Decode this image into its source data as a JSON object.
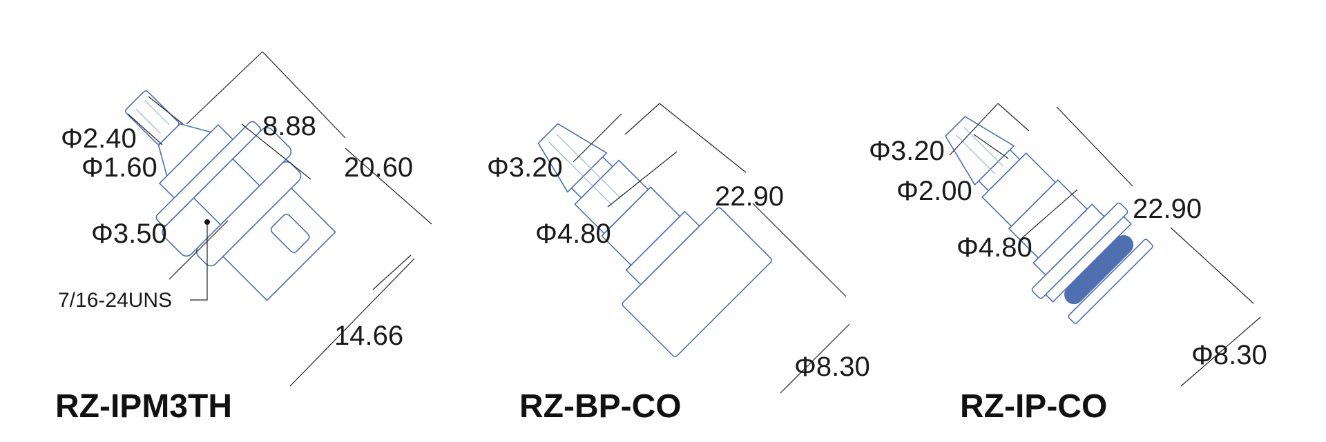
{
  "colors": {
    "outline": "#4a6fb5",
    "oring": "#4f6fb0",
    "dimension": "#222222"
  },
  "parts": [
    {
      "name": "RZ-IPM3TH",
      "dims": [
        "Φ2.40",
        "Φ1.60",
        "8.88",
        "20.60",
        "Φ3.50",
        "7/16-24UNS",
        "14.66"
      ]
    },
    {
      "name": "RZ-BP-CO",
      "dims": [
        "Φ3.20",
        "22.90",
        "Φ4.80",
        "Φ8.30"
      ]
    },
    {
      "name": "RZ-IP-CO",
      "dims": [
        "Φ3.20",
        "Φ2.00",
        "22.90",
        "Φ4.80",
        "Φ8.30"
      ]
    }
  ]
}
